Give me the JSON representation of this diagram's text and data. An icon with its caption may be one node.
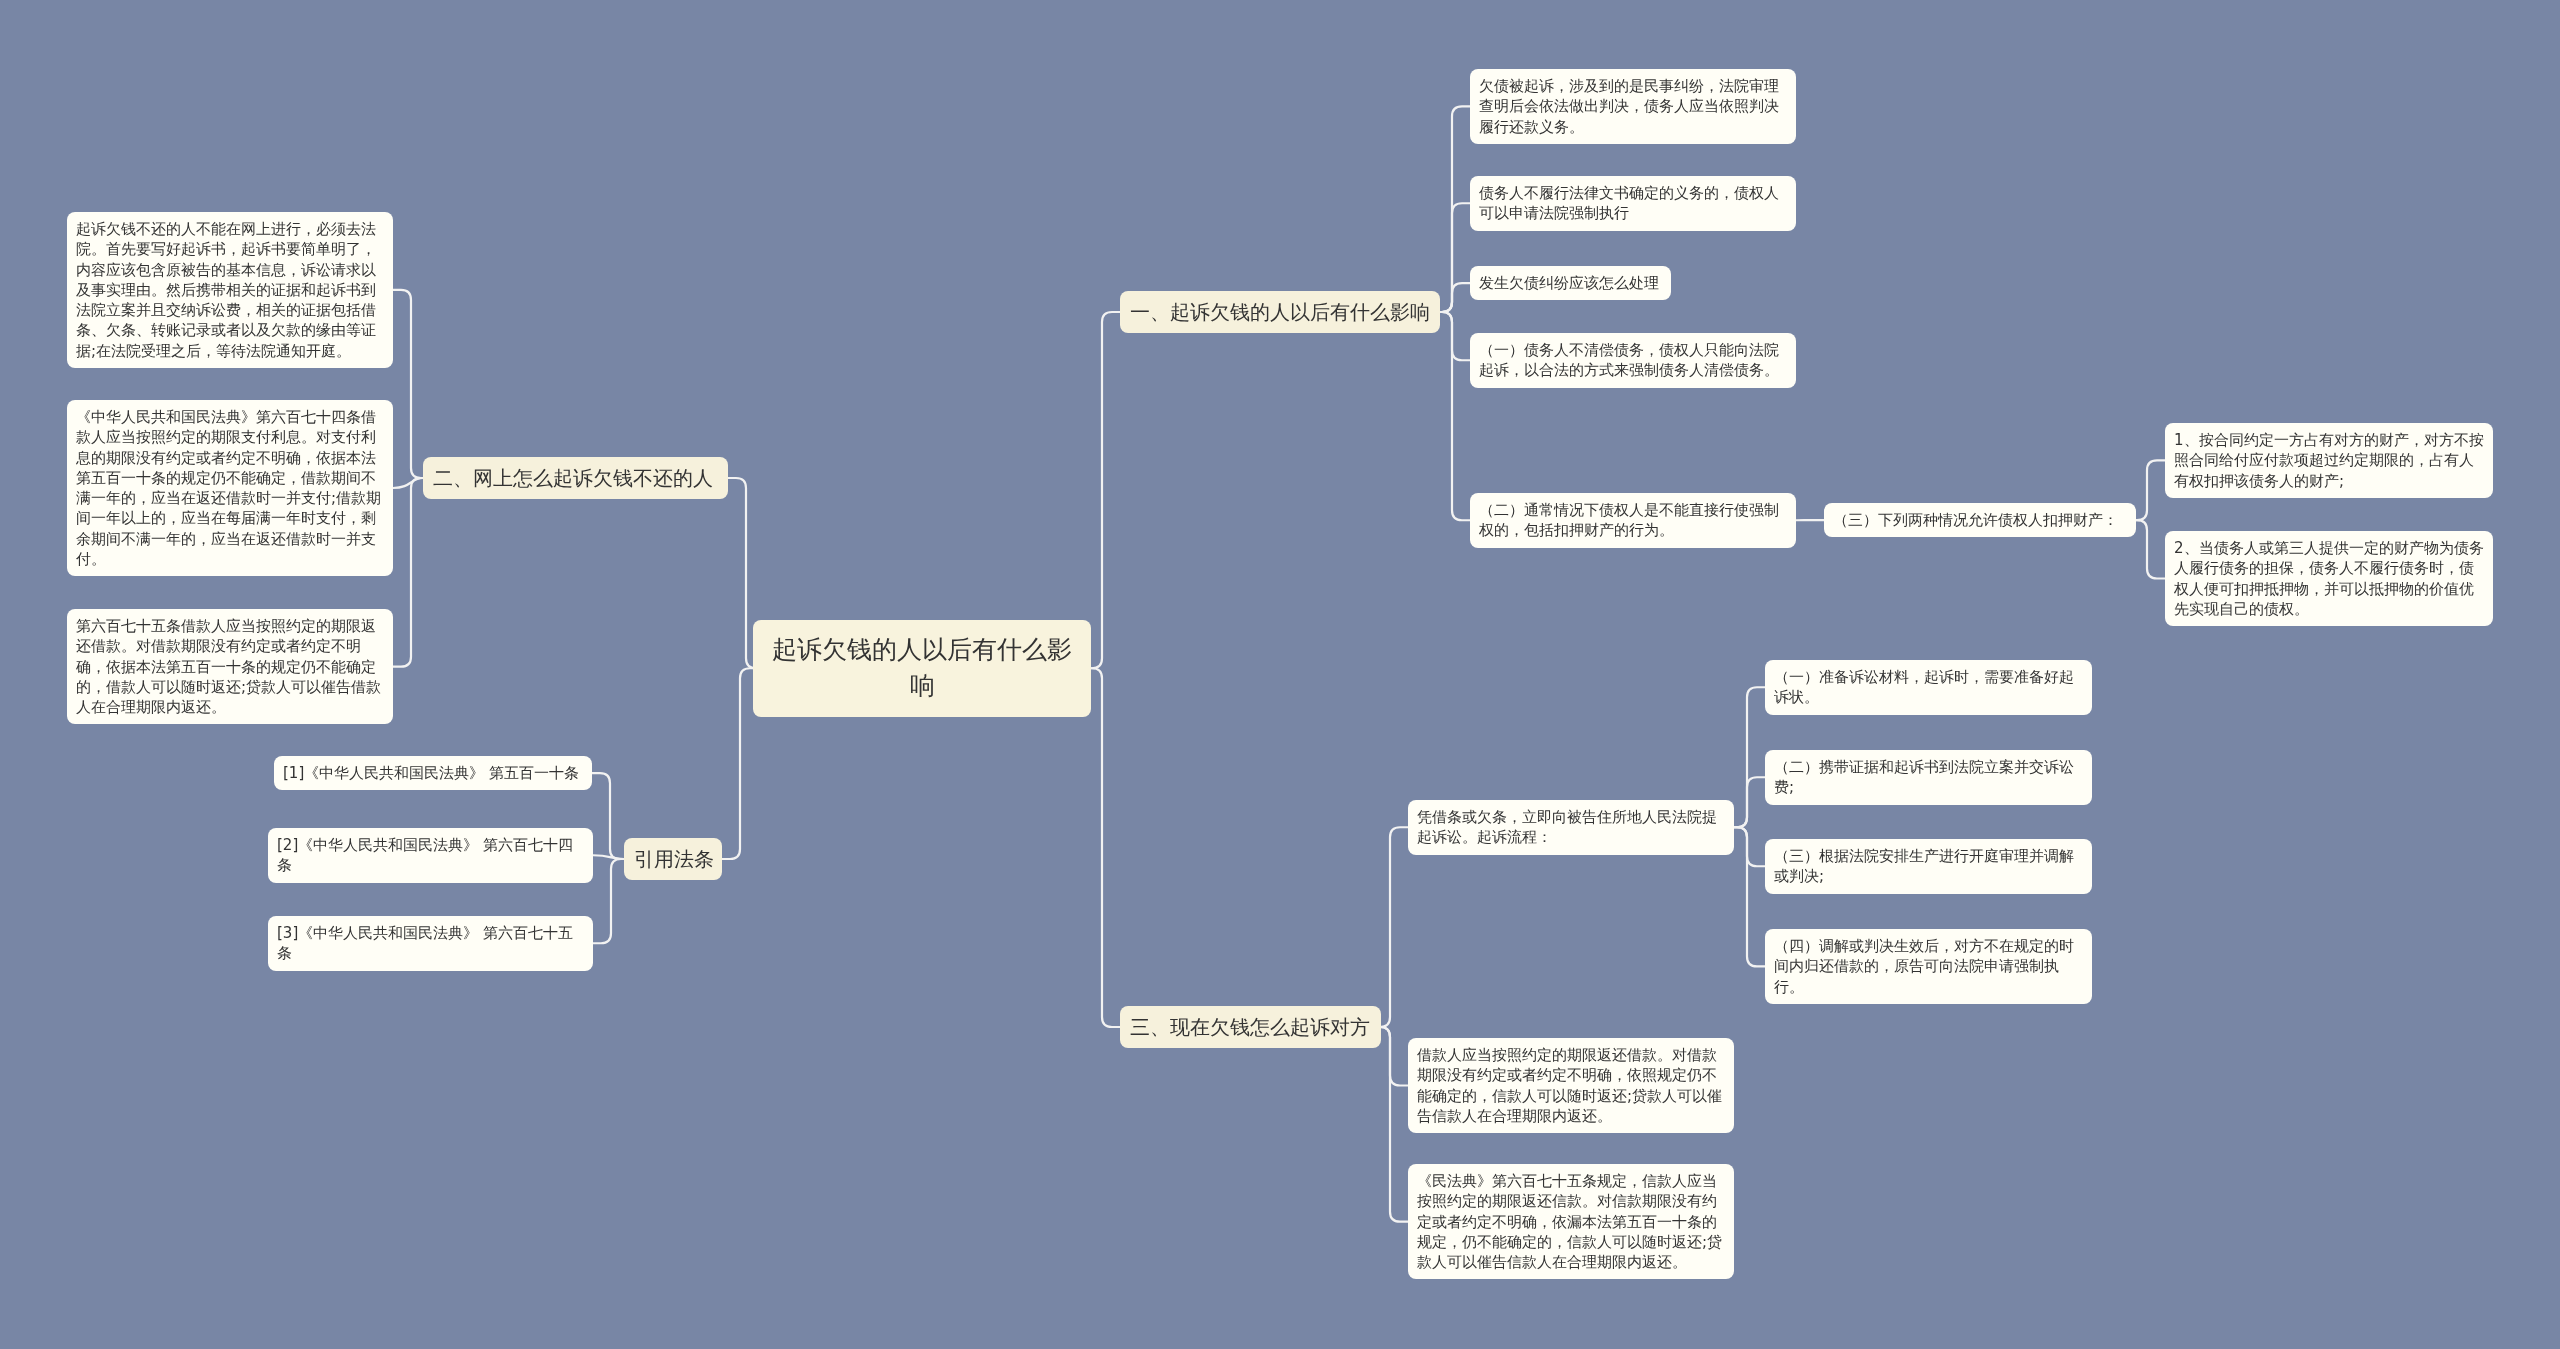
{
  "diagram": {
    "nodes": [
      {
        "text": [
          "起诉欠钱的人以后有什么影响"
        ]
      },
      {
        "text": [
          "一、起诉欠钱的人以后有什么影响"
        ]
      },
      {
        "text": [
          "欠债被起诉，涉及到的是民事纠纷，法院审理查明后会依法做出判决，债务人应当依照判决履行还款义务。"
        ]
      },
      {
        "text": [
          "债务人不履行法律文书确定的义务的，债权人可以申请法院强制执行"
        ]
      },
      {
        "text": [
          "发生欠债纠纷应该怎么处理"
        ]
      },
      {
        "text": [
          "（一）债务人不清偿债务，债权人只能向法院起诉，以合法的方式来强制债务人清偿债务。"
        ]
      },
      {
        "text": [
          "（二）通常情况下债权人是不能直接行使强制权的，包括扣押财产的行为。"
        ]
      },
      {
        "text": [
          "（三）下列两种情况允许债权人扣押财产："
        ]
      },
      {
        "text": [
          "1、按合同约定一方占有对方的财产，对方不按照合同给付应付款项超过约定期限的，占有人有权扣押该债务人的财产;"
        ]
      },
      {
        "text": [
          "2、当债务人或第三人提供一定的财产物为债务人履行债务的担保，债务人不履行债务时，债权人便可扣押抵押物，并可以抵押物的价值优先实现自己的债权。"
        ]
      },
      {
        "text": [
          "三、现在欠钱怎么起诉对方"
        ]
      },
      {
        "text": [
          "凭借条或欠条，立即向被告住所地人民法院提起诉讼。起诉流程："
        ]
      },
      {
        "text": [
          "（一）准备诉讼材料，起诉时，需要准备好起诉状。"
        ]
      },
      {
        "text": [
          "（二）携带证据和起诉书到法院立案并交诉讼费;"
        ]
      },
      {
        "text": [
          "（三）根据法院安排生产进行开庭审理并调解或判决;"
        ]
      },
      {
        "text": [
          "（四）调解或判决生效后，对方不在规定的时间内归还借款的，原告可向法院申请强制执行。"
        ]
      },
      {
        "text": [
          "借款人应当按照约定的期限返还借款。对借款期限没有约定或者约定不明确，依照规定仍不能确定的，信款人可以随时返还;贷款人可以催告信款人在合理期限内返还。"
        ]
      },
      {
        "text": [
          "《民法典》第六百七十五条规定，信款人应当按照约定的期限返还信款。对信款期限没有约定或者约定不明确，依漏本法第五百一十条的规定，仍不能确定的，信款人可以随时返还;贷款人可以催告信款人在合理期限内返还。"
        ]
      },
      {
        "text": [
          "二、网上怎么起诉欠钱不还的人"
        ]
      },
      {
        "text": [
          "起诉欠钱不还的人不能在网上进行，必须去法院。首先要写好起诉书，起诉书要简单明了，内容应该包含原被告的基本信息，诉讼请求以及事实理由。然后携带相关的证据和起诉书到法院立案并且交纳诉讼费，相关的证据包括借条、欠条、转账记录或者以及欠款的缘由等证据;在法院受理之后，等待法院通知开庭。"
        ]
      },
      {
        "text": [
          "《中华人民共和国民法典》第六百七十四条借款人应当按照约定的期限支付利息。对支付利息的期限没有约定或者约定不明确，依据本法第五百一十条的规定仍不能确定，借款期间不满一年的，应当在返还借款时一并支付;借款期间一年以上的，应当在每届满一年时支付，剩余期间不满一年的，应当在返还借款时一并支付。"
        ]
      },
      {
        "text": [
          "第六百七十五条借款人应当按照约定的期限返还借款。对借款期限没有约定或者约定不明确，依据本法第五百一十条的规定仍不能确定的，借款人可以随时返还;贷款人可以催告借款人在合理期限内返还。"
        ]
      },
      {
        "text": [
          "引用法条"
        ]
      },
      {
        "text": [
          "[1]《中华人民共和国民法典》 第五百一十条"
        ]
      },
      {
        "text": [
          "[2]《中华人民共和国民法典》 第六百七十四条"
        ]
      },
      {
        "text": [
          "[3]《中华人民共和国民法典》 第六百七十五条"
        ]
      }
    ],
    "edges": [
      {
        "from": 0,
        "to": 1,
        "arrow": "none"
      },
      {
        "from": 1,
        "to": 2,
        "arrow": "none"
      },
      {
        "from": 1,
        "to": 3,
        "arrow": "none"
      },
      {
        "from": 1,
        "to": 4,
        "arrow": "none"
      },
      {
        "from": 1,
        "to": 5,
        "arrow": "none"
      },
      {
        "from": 1,
        "to": 6,
        "arrow": "none"
      },
      {
        "from": 6,
        "to": 7,
        "arrow": "none"
      },
      {
        "from": 7,
        "to": 8,
        "arrow": "none"
      },
      {
        "from": 7,
        "to": 9,
        "arrow": "none"
      },
      {
        "from": 0,
        "to": 10,
        "arrow": "none"
      },
      {
        "from": 10,
        "to": 11,
        "arrow": "none"
      },
      {
        "from": 11,
        "to": 12,
        "arrow": "none"
      },
      {
        "from": 11,
        "to": 13,
        "arrow": "none"
      },
      {
        "from": 11,
        "to": 14,
        "arrow": "none"
      },
      {
        "from": 11,
        "to": 15,
        "arrow": "none"
      },
      {
        "from": 10,
        "to": 16,
        "arrow": "none"
      },
      {
        "from": 10,
        "to": 17,
        "arrow": "none"
      },
      {
        "from": 0,
        "to": 18,
        "arrow": "none"
      },
      {
        "from": 18,
        "to": 19,
        "arrow": "none"
      },
      {
        "from": 18,
        "to": 20,
        "arrow": "none"
      },
      {
        "from": 18,
        "to": 21,
        "arrow": "none"
      },
      {
        "from": 0,
        "to": 22,
        "arrow": "none"
      },
      {
        "from": 22,
        "to": 23,
        "arrow": "none"
      },
      {
        "from": 22,
        "to": 24,
        "arrow": "none"
      },
      {
        "from": 22,
        "to": 25,
        "arrow": "none"
      }
    ]
  }
}
